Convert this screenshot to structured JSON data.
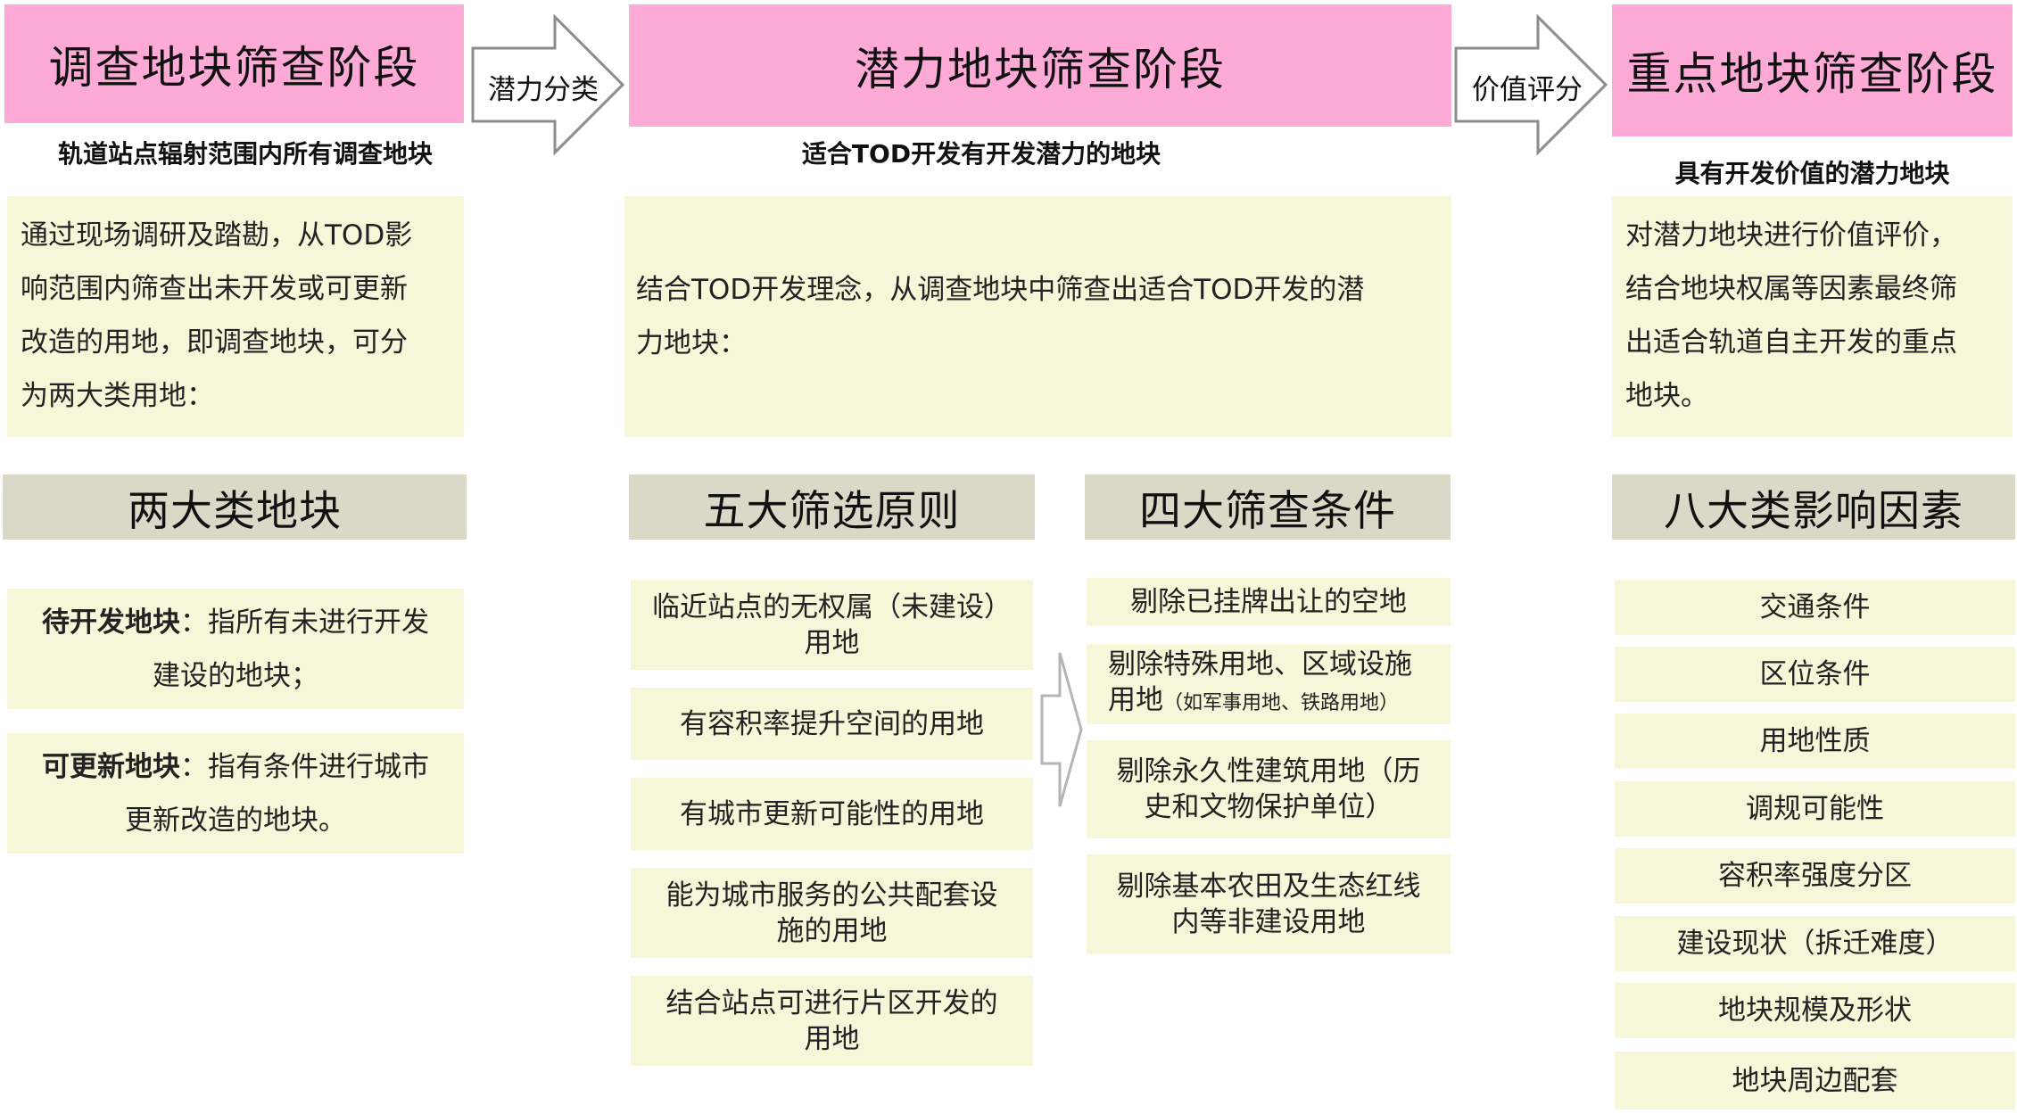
{
  "stages": [
    {
      "title": "调查地块筛查阶段",
      "subtitle": "轨道站点辐射范围内所有调查地块",
      "description": [
        "通过现场调研及踏勘，从TOD影",
        "响范围内筛查出未开发或可更新",
        "改造的用地，即调查地块，可分",
        "为两大类用地："
      ]
    },
    {
      "title": "潜力地块筛查阶段",
      "subtitle": "适合TOD开发有开发潜力的地块",
      "description": [
        "结合TOD开发理念，从调查地块中筛查出适合TOD开发的潜",
        "力地块："
      ]
    },
    {
      "title": "重点地块筛查阶段",
      "subtitle": "具有开发价值的潜力地块",
      "description": [
        "对潜力地块进行价值评价，",
        "结合地块权属等因素最终筛",
        "出适合轨道自主开发的重点",
        "地块。"
      ]
    }
  ],
  "arrows": [
    "潜力分类",
    "价值评分"
  ],
  "sections": {
    "two_types": {
      "title": "两大类地块",
      "items": [
        {
          "term": "待开发地块",
          "text_line1": "：指所有未进行开发",
          "text_line2": "建设的地块；"
        },
        {
          "term": "可更新地块",
          "text_line1": "：指有条件进行城市",
          "text_line2": "更新改造的地块。"
        }
      ]
    },
    "five_principles": {
      "title": "五大筛选原则",
      "items": [
        [
          "临近站点的无权属（未建设）",
          "用地"
        ],
        [
          "有容积率提升空间的用地"
        ],
        [
          "有城市更新可能性的用地"
        ],
        [
          "能为城市服务的公共配套设",
          "施的用地"
        ],
        [
          "结合站点可进行片区开发的",
          "用地"
        ]
      ]
    },
    "four_conditions": {
      "title": "四大筛查条件",
      "items": [
        {
          "lines": [
            "剔除已挂牌出让的空地"
          ]
        },
        {
          "lines": [
            "剔除特殊用地、区域设施",
            "用地"
          ],
          "note": "（如军事用地、铁路用地）"
        },
        {
          "lines": [
            "剔除永久性建筑用地（历",
            "史和文物保护单位）"
          ]
        },
        {
          "lines": [
            "剔除基本农田及生态红线",
            "内等非建设用地"
          ]
        }
      ]
    },
    "eight_factors": {
      "title": "八大类影响因素",
      "items": [
        "交通条件",
        "区位条件",
        "用地性质",
        "调规可能性",
        "容积率强度分区",
        "建设现状（拆迁难度）",
        "地块规模及形状",
        "地块周边配套"
      ]
    }
  },
  "colors": {
    "stage_fill": "#fdaad6",
    "box_fill": "#f7f6d8",
    "section_fill": "#dcd8c8",
    "arrow_stroke": "#8c8c8c"
  }
}
